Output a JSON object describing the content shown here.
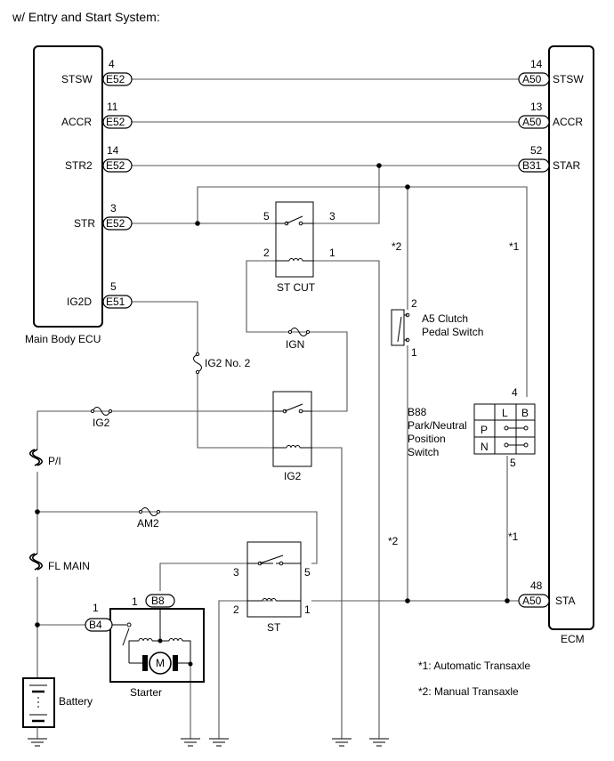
{
  "title": "w/ Entry and Start System:",
  "main_body_ecu": {
    "label": "Main Body ECU",
    "pins": [
      {
        "name": "STSW",
        "pin": "4",
        "conn": "E52"
      },
      {
        "name": "ACCR",
        "pin": "11",
        "conn": "E52"
      },
      {
        "name": "STR2",
        "pin": "14",
        "conn": "E52"
      },
      {
        "name": "STR",
        "pin": "3",
        "conn": "E52"
      },
      {
        "name": "IG2D",
        "pin": "5",
        "conn": "E51"
      }
    ]
  },
  "ecm": {
    "label": "ECM",
    "pins": [
      {
        "name": "STSW",
        "pin": "14",
        "conn": "A50"
      },
      {
        "name": "ACCR",
        "pin": "13",
        "conn": "A50"
      },
      {
        "name": "STAR",
        "pin": "52",
        "conn": "B31"
      },
      {
        "name": "STA",
        "pin": "48",
        "conn": "A50"
      }
    ]
  },
  "st_cut_relay": {
    "label": "ST CUT",
    "pins": [
      "5",
      "3",
      "2",
      "1"
    ]
  },
  "ig2_relay": {
    "label": "IG2"
  },
  "st_relay": {
    "label": "ST",
    "pins": [
      "3",
      "5",
      "2",
      "1"
    ]
  },
  "fuses": {
    "ign": "IGN",
    "ig2_no2": "IG2 No. 2",
    "ig2": "IG2",
    "am2": "AM2",
    "p_i": "P/I",
    "fl_main": "FL MAIN"
  },
  "clutch_switch": {
    "label_line1": "A5 Clutch",
    "label_line2": "Pedal Switch",
    "pin_top": "2",
    "pin_bottom": "1"
  },
  "pnp_switch": {
    "label_lines": [
      "B88",
      "Park/Neutral",
      "Position",
      "Switch"
    ],
    "header": [
      "L",
      "B"
    ],
    "rows": [
      "P",
      "N"
    ],
    "pin_top": "4",
    "pin_bottom": "5"
  },
  "starter": {
    "label": "Starter",
    "motor": "M",
    "conn_b8": "B8",
    "pin_b8": "1",
    "conn_b4": "B4",
    "pin_b4": "1"
  },
  "battery": {
    "label": "Battery"
  },
  "notes": {
    "star1": "*1",
    "star2": "*2",
    "note1": "*1: Automatic Transaxle",
    "note2": "*2: Manual Transaxle"
  }
}
